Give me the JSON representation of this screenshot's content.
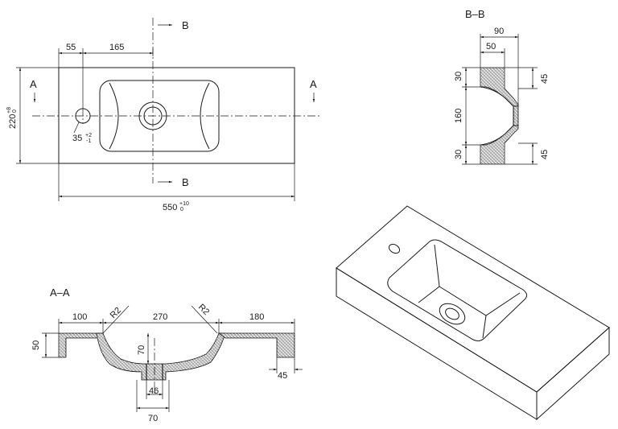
{
  "top_view": {
    "section_mark_a_left": "A",
    "section_mark_a_right": "A",
    "section_mark_b_top": "B",
    "section_mark_b_bottom": "B",
    "dim_55": "55",
    "dim_165": "165",
    "dim_220": "220",
    "dim_220_tol_upper": "+8",
    "dim_220_tol_lower": "0",
    "dim_35": "35",
    "dim_35_tol_upper": "+2",
    "dim_35_tol_lower": "-1",
    "dim_550": "550",
    "dim_550_tol_upper": "+10",
    "dim_550_tol_lower": "0"
  },
  "section_bb": {
    "title": "B–B",
    "dim_90": "90",
    "dim_50": "50",
    "dim_30_top": "30",
    "dim_160": "160",
    "dim_30_bottom": "30",
    "dim_45_top": "45",
    "dim_45_bottom": "45"
  },
  "section_aa": {
    "title": "A–A",
    "dim_100": "100",
    "dim_r2_left": "R2",
    "dim_270": "270",
    "dim_r2_right": "R2",
    "dim_180": "180",
    "dim_50": "50",
    "dim_70_depth": "70",
    "dim_45": "45",
    "dim_46": "46",
    "dim_70_width": "70"
  }
}
